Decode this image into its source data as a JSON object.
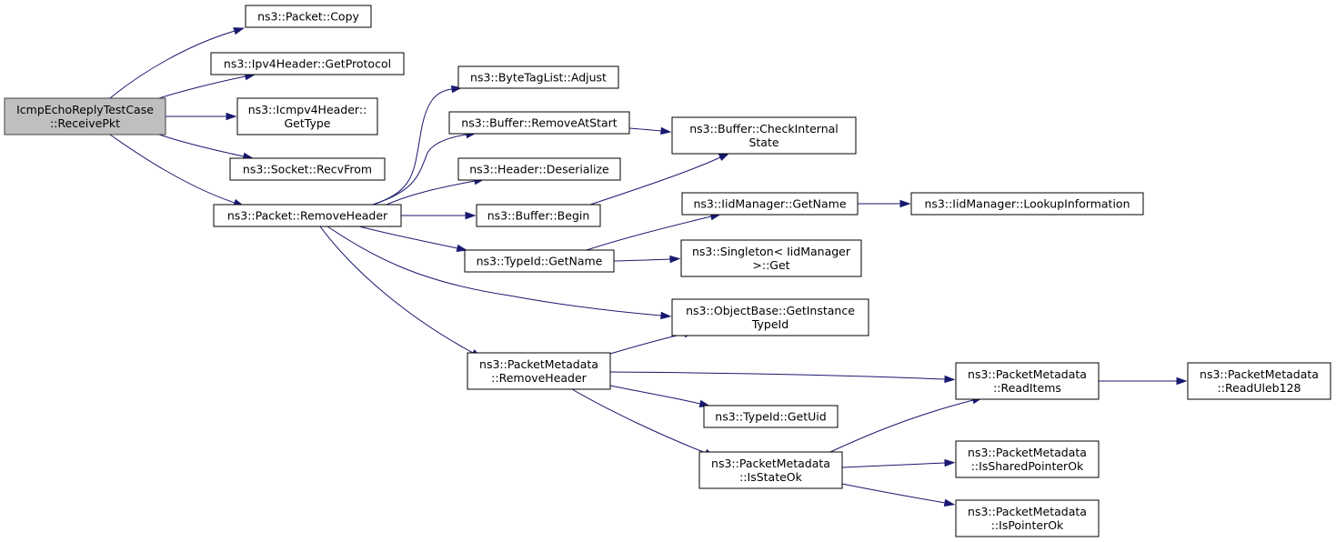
{
  "diagram": {
    "nodes": [
      {
        "id": "root",
        "lines": [
          "IcmpEchoReplyTestCase",
          "::ReceivePkt"
        ]
      },
      {
        "id": "packet_copy",
        "lines": [
          "ns3::Packet::Copy"
        ]
      },
      {
        "id": "ipv4_getprotocol",
        "lines": [
          "ns3::Ipv4Header::GetProtocol"
        ]
      },
      {
        "id": "icmpv4_gettype",
        "lines": [
          "ns3::Icmpv4Header::",
          "GetType"
        ]
      },
      {
        "id": "socket_recvfrom",
        "lines": [
          "ns3::Socket::RecvFrom"
        ]
      },
      {
        "id": "packet_removeheader",
        "lines": [
          "ns3::Packet::RemoveHeader"
        ]
      },
      {
        "id": "bytetaglist_adjust",
        "lines": [
          "ns3::ByteTagList::Adjust"
        ]
      },
      {
        "id": "buffer_removeatstart",
        "lines": [
          "ns3::Buffer::RemoveAtStart"
        ]
      },
      {
        "id": "header_deserialize",
        "lines": [
          "ns3::Header::Deserialize"
        ]
      },
      {
        "id": "buffer_begin",
        "lines": [
          "ns3::Buffer::Begin"
        ]
      },
      {
        "id": "typeid_getname",
        "lines": [
          "ns3::TypeId::GetName"
        ]
      },
      {
        "id": "pm_removeheader",
        "lines": [
          "ns3::PacketMetadata",
          "::RemoveHeader"
        ]
      },
      {
        "id": "buffer_checkinternalstate",
        "lines": [
          "ns3::Buffer::CheckInternal",
          "State"
        ]
      },
      {
        "id": "iidmanager_getname",
        "lines": [
          "ns3::IidManager::GetName"
        ]
      },
      {
        "id": "singleton_get",
        "lines": [
          "ns3::Singleton< IidManager",
          ">::Get"
        ]
      },
      {
        "id": "objectbase_getinstancetypeid",
        "lines": [
          "ns3::ObjectBase::GetInstance",
          "TypeId"
        ]
      },
      {
        "id": "typeid_getuid",
        "lines": [
          "ns3::TypeId::GetUid"
        ]
      },
      {
        "id": "pm_isstateok",
        "lines": [
          "ns3::PacketMetadata",
          "::IsStateOk"
        ]
      },
      {
        "id": "iidmanager_lookupinformation",
        "lines": [
          "ns3::IidManager::LookupInformation"
        ]
      },
      {
        "id": "pm_readitems",
        "lines": [
          "ns3::PacketMetadata",
          "::ReadItems"
        ]
      },
      {
        "id": "pm_issharedpointerok",
        "lines": [
          "ns3::PacketMetadata",
          "::IsSharedPointerOk"
        ]
      },
      {
        "id": "pm_ispointerok",
        "lines": [
          "ns3::PacketMetadata",
          "::IsPointerOk"
        ]
      },
      {
        "id": "pm_readuleb128",
        "lines": [
          "ns3::PacketMetadata",
          "::ReadUleb128"
        ]
      }
    ],
    "edges": [
      {
        "from": "root",
        "to": "packet_copy"
      },
      {
        "from": "root",
        "to": "ipv4_getprotocol"
      },
      {
        "from": "root",
        "to": "icmpv4_gettype"
      },
      {
        "from": "root",
        "to": "socket_recvfrom"
      },
      {
        "from": "root",
        "to": "packet_removeheader"
      },
      {
        "from": "packet_removeheader",
        "to": "bytetaglist_adjust"
      },
      {
        "from": "packet_removeheader",
        "to": "buffer_removeatstart"
      },
      {
        "from": "packet_removeheader",
        "to": "header_deserialize"
      },
      {
        "from": "packet_removeheader",
        "to": "buffer_begin"
      },
      {
        "from": "packet_removeheader",
        "to": "typeid_getname"
      },
      {
        "from": "packet_removeheader",
        "to": "objectbase_getinstancetypeid"
      },
      {
        "from": "packet_removeheader",
        "to": "pm_removeheader"
      },
      {
        "from": "buffer_removeatstart",
        "to": "buffer_checkinternalstate"
      },
      {
        "from": "buffer_begin",
        "to": "buffer_checkinternalstate"
      },
      {
        "from": "typeid_getname",
        "to": "iidmanager_getname"
      },
      {
        "from": "typeid_getname",
        "to": "singleton_get"
      },
      {
        "from": "iidmanager_getname",
        "to": "iidmanager_lookupinformation"
      },
      {
        "from": "pm_removeheader",
        "to": "objectbase_getinstancetypeid"
      },
      {
        "from": "pm_removeheader",
        "to": "pm_readitems"
      },
      {
        "from": "pm_removeheader",
        "to": "typeid_getuid"
      },
      {
        "from": "pm_removeheader",
        "to": "pm_isstateok"
      },
      {
        "from": "pm_readitems",
        "to": "pm_readuleb128"
      },
      {
        "from": "pm_isstateok",
        "to": "pm_readitems"
      },
      {
        "from": "pm_isstateok",
        "to": "pm_issharedpointerok"
      },
      {
        "from": "pm_isstateok",
        "to": "pm_ispointerok"
      }
    ],
    "colors": {
      "edge": "#191970",
      "root_fill": "#bfbfbf",
      "root_stroke": "#404040",
      "node_fill": "#ffffff",
      "node_stroke": "#000000"
    }
  }
}
